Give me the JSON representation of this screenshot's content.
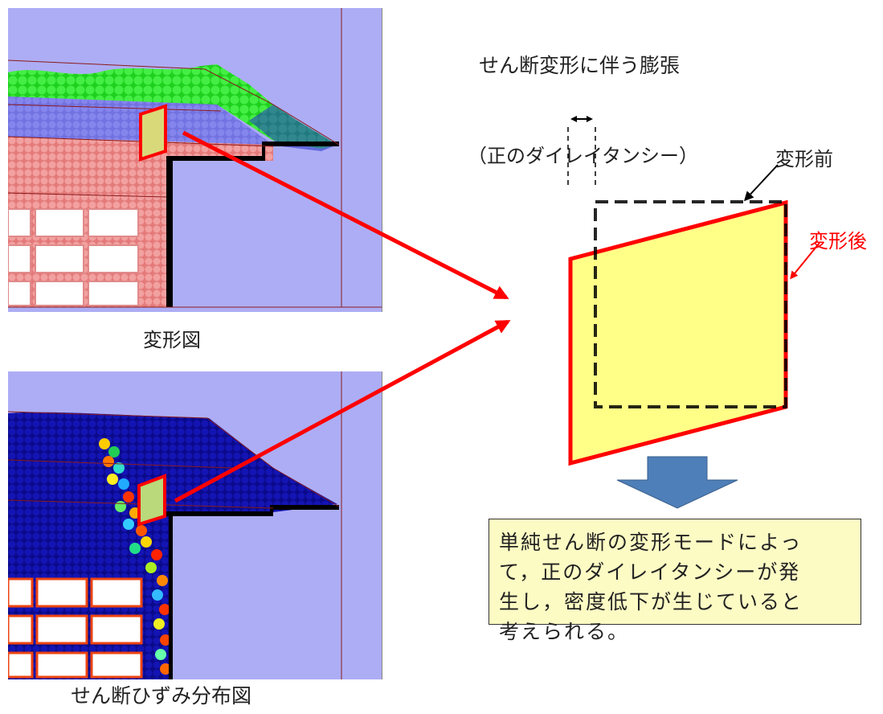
{
  "title": "せん断変形に伴う膨張",
  "dilatancy_label": "（正のダイレイタンシー）",
  "before_label": "変形前",
  "after_label": "変形後",
  "caption_top": "変形図",
  "caption_bottom": "せん断ひずみ分布図",
  "note_lines": [
    "単純せん断の変形モードによっ",
    "て，正のダイレイタンシーが発",
    "生し，密度低下が生じていると",
    "考えられる。"
  ],
  "colors": {
    "arrow_red": "#ff0000",
    "deformed_fill": "#ffff88",
    "note_bg": "#fdfbc4",
    "down_arrow": "#4f7fb8",
    "panel_bg": "#adadf5"
  }
}
